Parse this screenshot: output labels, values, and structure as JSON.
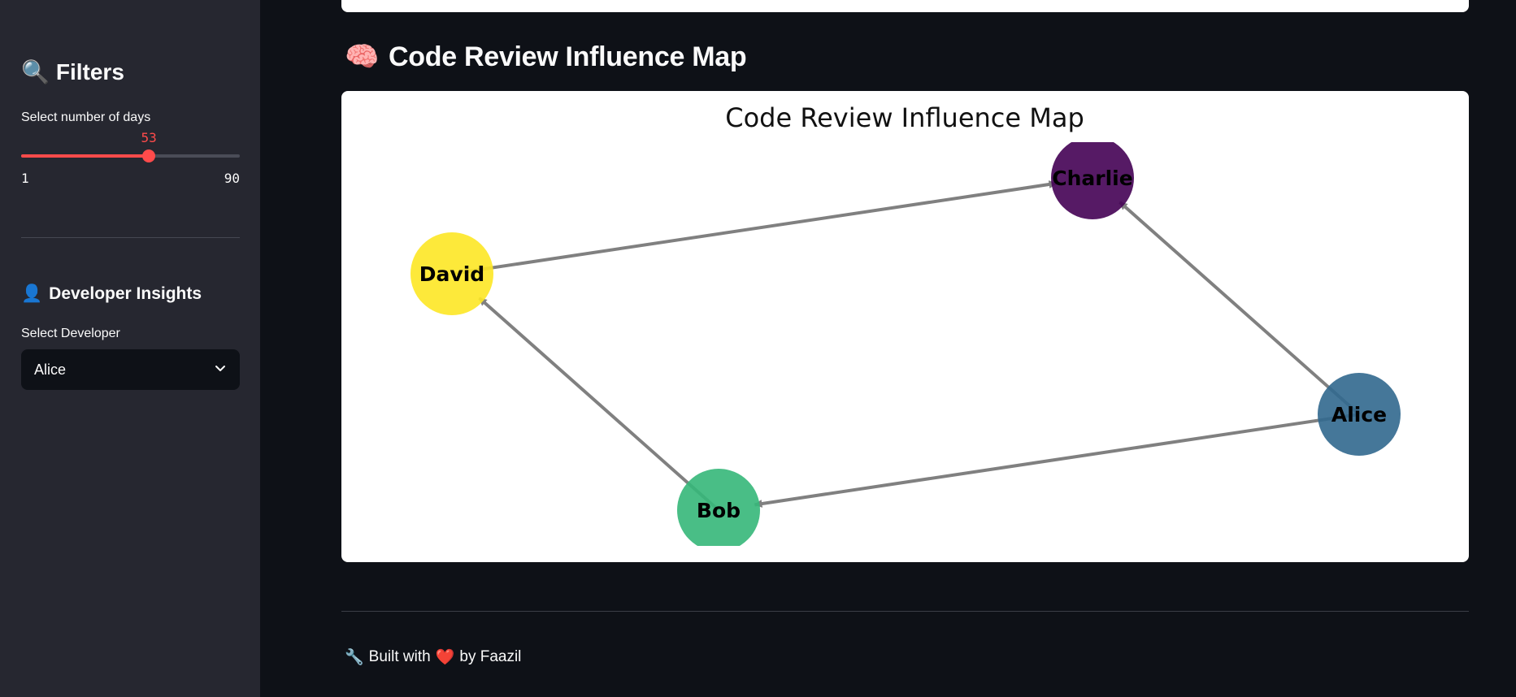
{
  "sidebar": {
    "filters_icon": "🔍",
    "filters_title": "Filters",
    "days_label": "Select number of days",
    "days_slider": {
      "value": 53,
      "min": 1,
      "max": 90,
      "min_label": "1",
      "max_label": "90",
      "value_label": "53",
      "fill_color": "#ff4b4b"
    },
    "insights_icon": "👤",
    "insights_title": "Developer Insights",
    "developer_label": "Select Developer",
    "developer_selected": "Alice"
  },
  "main": {
    "title_icon": "🧠",
    "title": "Code Review Influence Map",
    "footer": {
      "tool_icon": "🔧",
      "prefix": "Built with",
      "heart_icon": "❤️",
      "suffix": "by Faazil"
    }
  },
  "graph": {
    "title": "Code Review Influence Map",
    "edge_color": "#808080",
    "nodes": [
      {
        "id": "David",
        "label": "David",
        "color": "#fde725"
      },
      {
        "id": "Charlie",
        "label": "Charlie",
        "color": "#440154"
      },
      {
        "id": "Alice",
        "label": "Alice",
        "color": "#31688e"
      },
      {
        "id": "Bob",
        "label": "Bob",
        "color": "#35b779"
      }
    ],
    "edges": [
      {
        "from": "David",
        "to": "Charlie"
      },
      {
        "from": "Alice",
        "to": "Charlie"
      },
      {
        "from": "Bob",
        "to": "David"
      },
      {
        "from": "Alice",
        "to": "Bob"
      }
    ]
  }
}
